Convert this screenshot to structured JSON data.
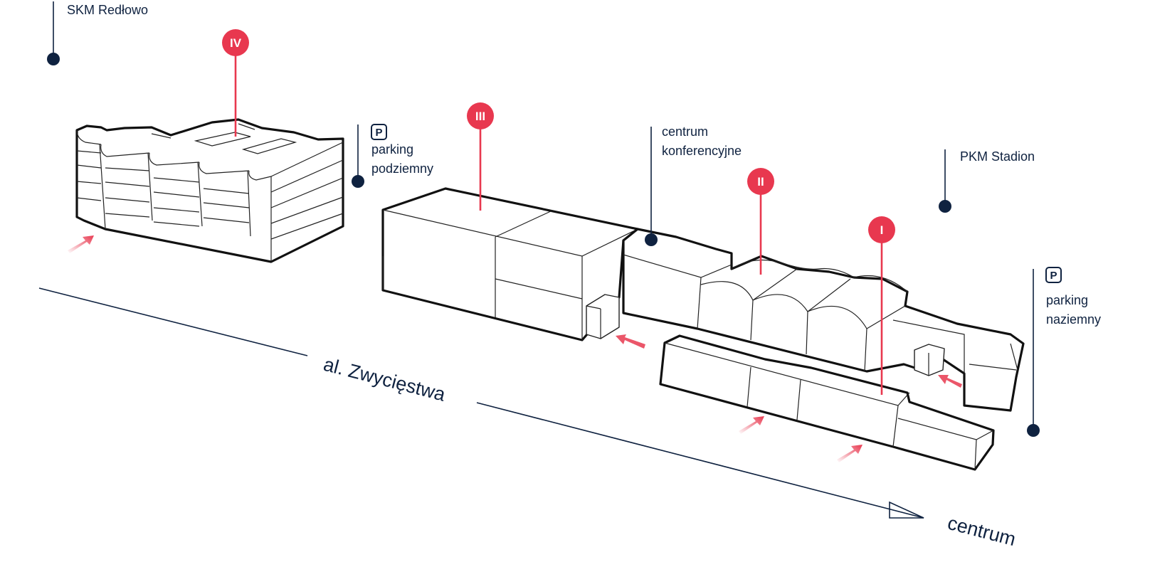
{
  "labels": {
    "skm": "SKM Redłowo",
    "parking_underground": [
      "parking",
      "podziemny"
    ],
    "conference": [
      "centrum",
      "konferencyjne"
    ],
    "pkm": "PKM Stadion",
    "parking_ground": [
      "parking",
      "naziemny"
    ],
    "street": "al. Zwycięstwa",
    "direction": "centrum"
  },
  "parking_symbol": "P",
  "buildings": [
    {
      "id": "I",
      "label": "I"
    },
    {
      "id": "II",
      "label": "II"
    },
    {
      "id": "III",
      "label": "III"
    },
    {
      "id": "IV",
      "label": "IV"
    }
  ],
  "colors": {
    "accent": "#e8384f",
    "navy": "#0f2240",
    "outline": "#111111"
  },
  "icons": {
    "entrance": "entrance-arrow-icon",
    "poi": "location-dot-icon",
    "parking": "parking-icon"
  }
}
